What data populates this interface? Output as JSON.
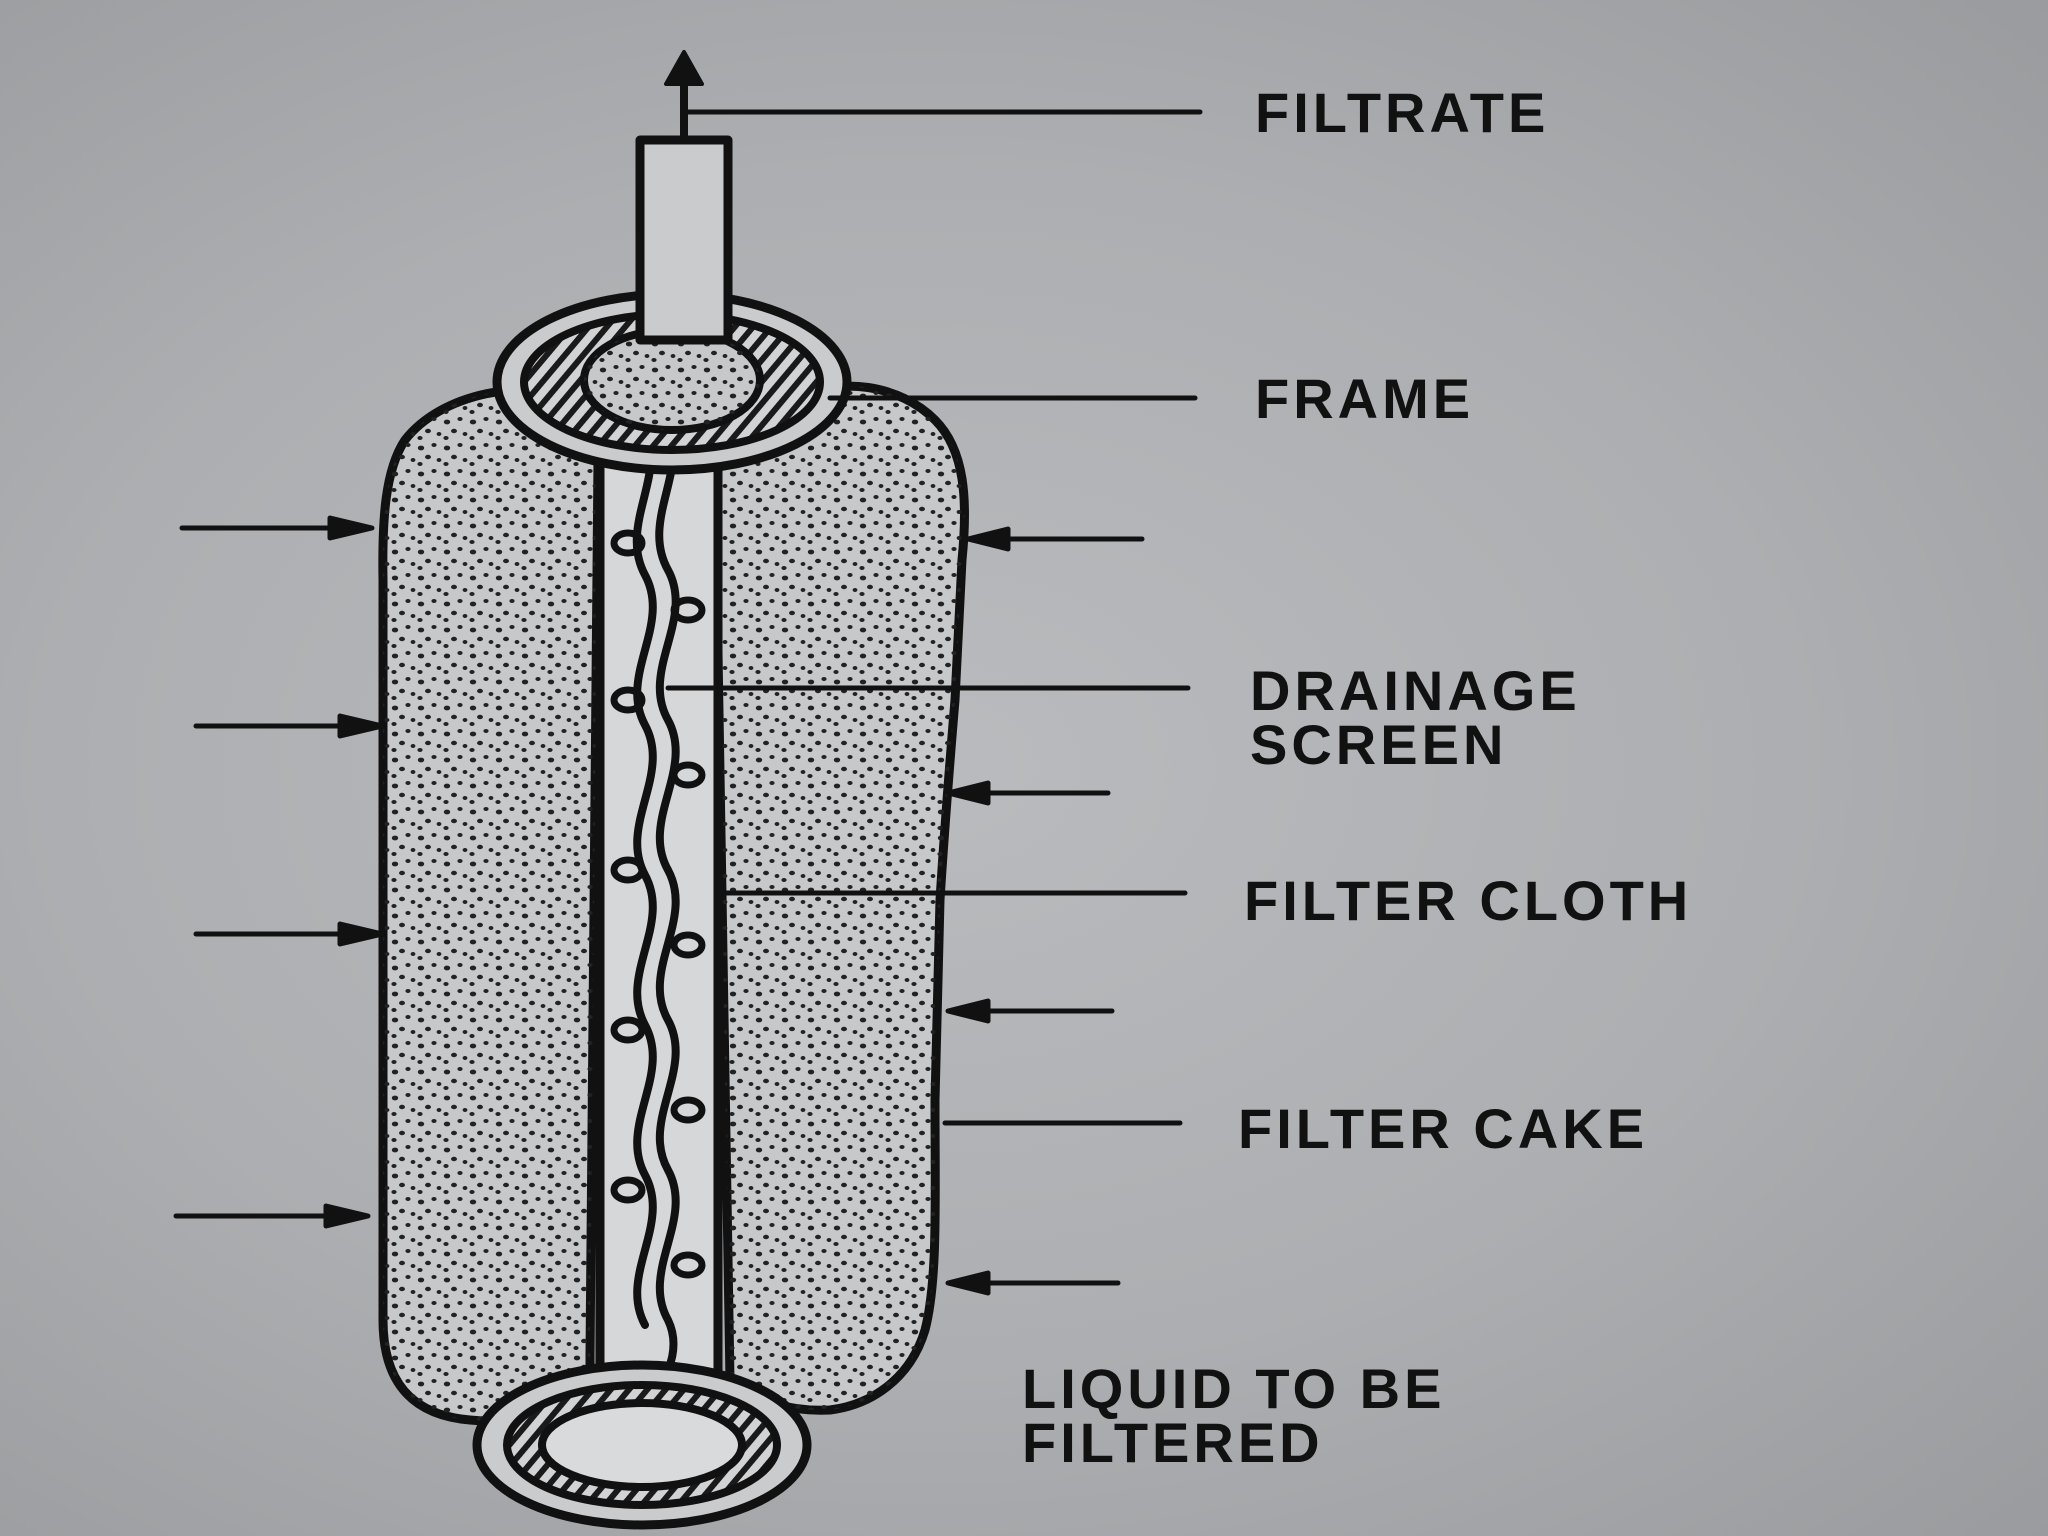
{
  "diagram": {
    "labels": {
      "filtrate": "FILTRATE",
      "frame": "FRAME",
      "drainage_screen_line1": "DRAINAGE",
      "drainage_screen_line2": "SCREEN",
      "filter_cloth": "FILTER CLOTH",
      "filter_cake": "FILTER CAKE",
      "liquid_line1": "LIQUID TO BE",
      "liquid_line2": "FILTERED"
    },
    "colors": {
      "background": "#acaeb1",
      "ink": "#111111",
      "fill": "#c4c6c8"
    }
  }
}
